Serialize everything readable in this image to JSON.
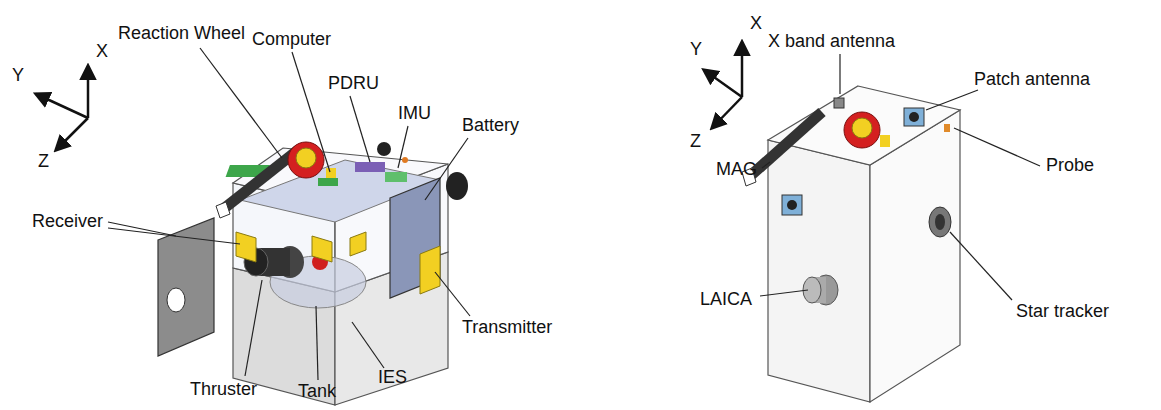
{
  "diagram": {
    "labels": [
      "X",
      "Y",
      "Z",
      "Reaction Wheel",
      "Computer",
      "PDRU",
      "IMU",
      "Battery",
      "Receiver",
      "Transmitter",
      "Thruster",
      "Tank",
      "IES",
      "X",
      "Y",
      "Z",
      "X band antenna",
      "Patch antenna",
      "MAG",
      "Probe",
      "LAICA",
      "Star tracker"
    ]
  }
}
